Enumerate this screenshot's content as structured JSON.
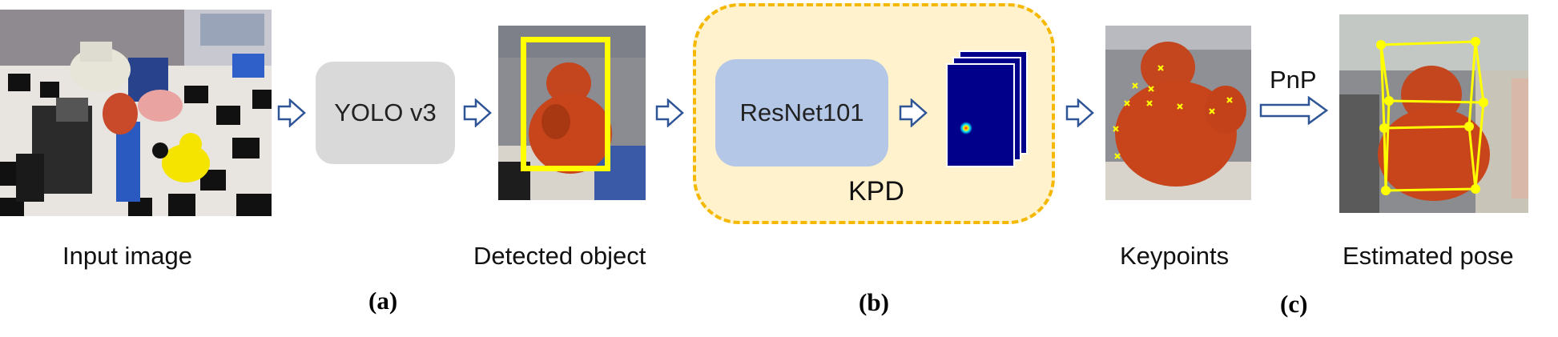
{
  "boxes": {
    "yolo_label": "YOLO v3",
    "resnet_label": "ResNet101",
    "kpd_label": "KPD",
    "pnp_label": "PnP"
  },
  "captions": {
    "input_image": "Input image",
    "detected_object": "Detected object",
    "keypoints": "Keypoints",
    "estimated_pose": "Estimated pose"
  },
  "panels": {
    "a": "(a)",
    "b": "(b)",
    "c": "(c)"
  },
  "colors": {
    "yolo_box": "#d9d9d9",
    "kpd_fill": "#fff2cc",
    "kpd_border": "#f5b800",
    "resnet_box": "#b4c7e7",
    "heatmap": "#00008b",
    "bbox_yellow": "#ffff00",
    "arrow_outline": "#2f5597"
  },
  "icons": [
    "hollow-right-arrow",
    "heatmap-stack",
    "keypoint-cross",
    "pose-cuboid"
  ]
}
